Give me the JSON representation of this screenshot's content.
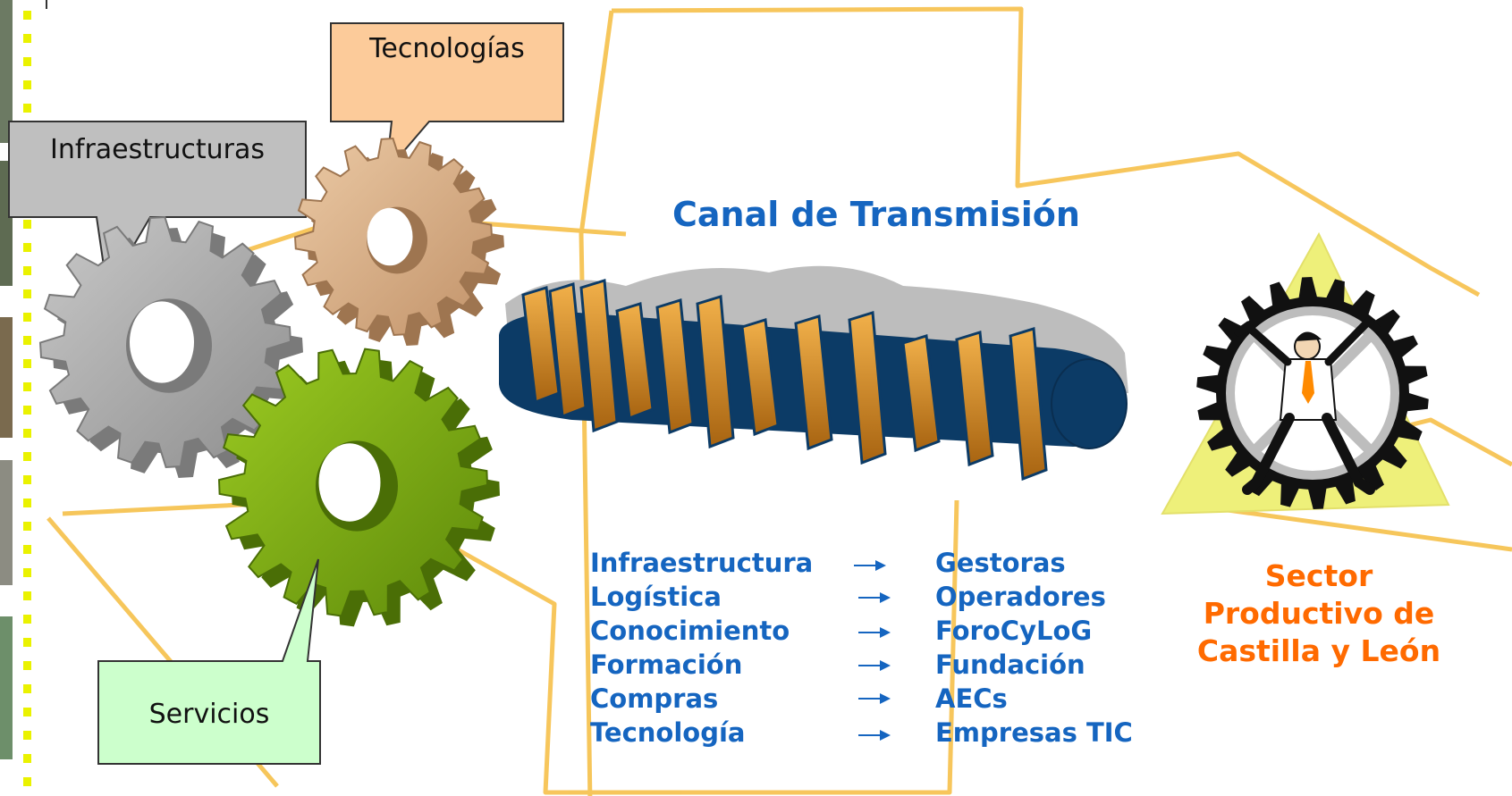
{
  "callouts": {
    "tecnologias": "Tecnologías",
    "infraestructuras": "Infraestructuras",
    "servicios": "Servicios"
  },
  "title": "Canal de Transmisión",
  "transmission_list": {
    "left": [
      "Infraestructura",
      "Logística",
      "Conocimiento",
      "Formación",
      "Compras",
      "Tecnología"
    ],
    "right": [
      "Gestoras",
      "Operadores",
      "ForoCyLoG",
      "Fundación",
      "AECs",
      "Empresas TIC"
    ]
  },
  "sector": [
    "Sector",
    "Productivo de",
    "Castilla y León"
  ],
  "colors": {
    "gear_grey": "#A6A6A6",
    "gear_tan": "#D9AE82",
    "gear_green": "#7CAA12",
    "title_blue": "#1565C0",
    "sector_orange": "#FF6A00",
    "outline_yellow": "#F6C04A",
    "shaft_navy": "#0C3B66",
    "shaft_orange": "#D98C1C"
  }
}
